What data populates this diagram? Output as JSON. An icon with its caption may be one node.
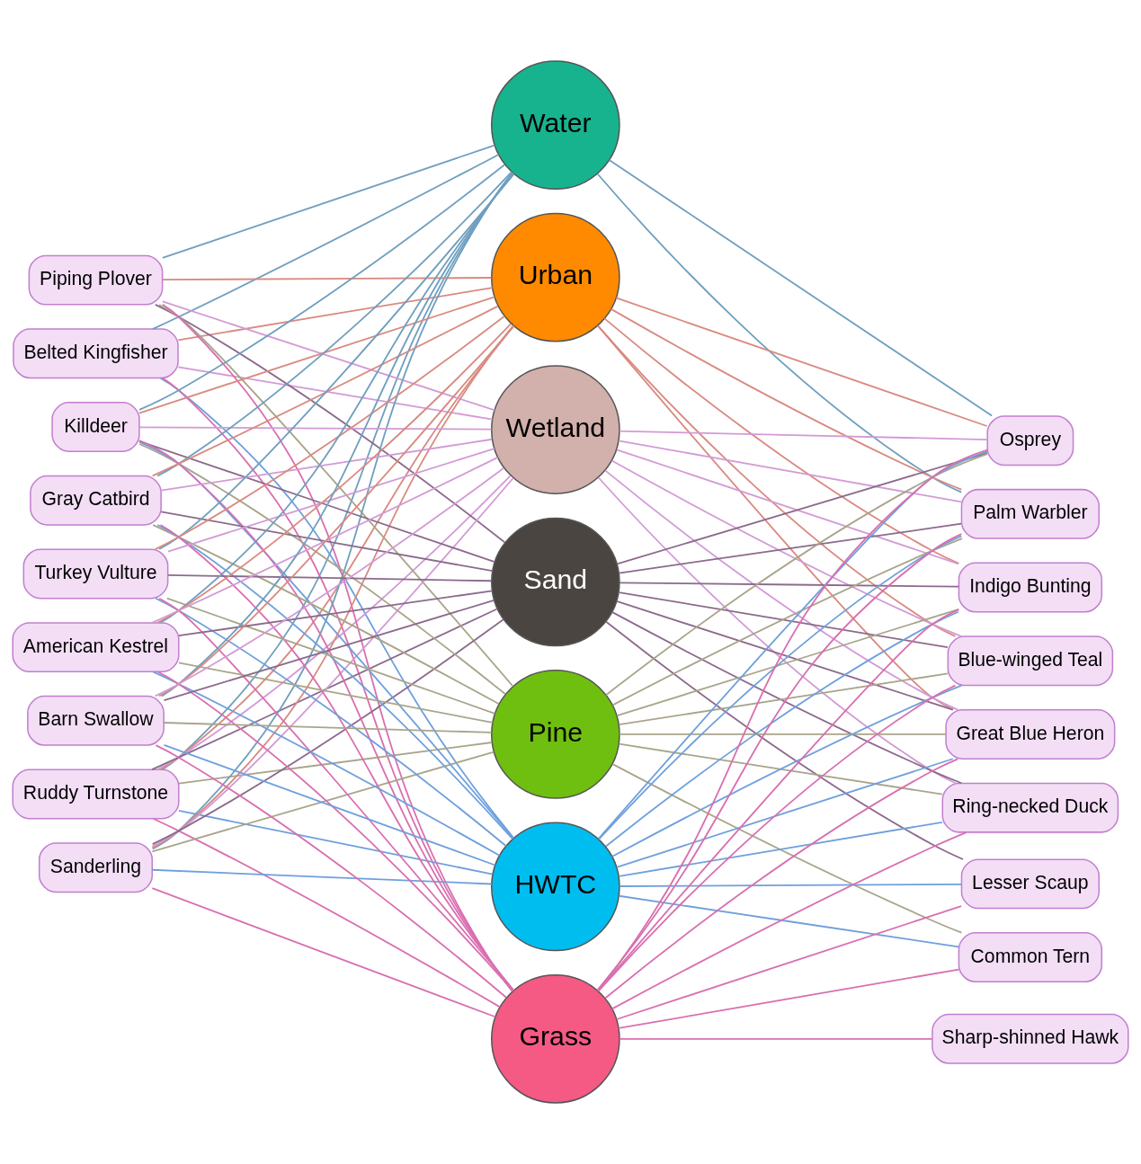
{
  "diagram": {
    "nodes": [
      {
        "text": [
          "Water"
        ]
      },
      {
        "text": [
          "Urban"
        ]
      },
      {
        "text": [
          "Wetland"
        ]
      },
      {
        "text": [
          "Sand"
        ]
      },
      {
        "text": [
          "Pine"
        ]
      },
      {
        "text": [
          "HWTC"
        ]
      },
      {
        "text": [
          "Grass"
        ]
      },
      {
        "text": [
          "Belted Kingfisher"
        ]
      },
      {
        "text": [
          "Ruddy Turnstone"
        ]
      },
      {
        "text": [
          "Piping Plover"
        ]
      },
      {
        "text": [
          "Sanderling"
        ]
      },
      {
        "text": [
          "Killdeer"
        ]
      },
      {
        "text": [
          "Gray Catbird"
        ]
      },
      {
        "text": [
          "Turkey Vulture"
        ]
      },
      {
        "text": [
          "American Kestrel"
        ]
      },
      {
        "text": [
          "Barn Swallow"
        ]
      },
      {
        "text": [
          "Palm Warbler"
        ]
      },
      {
        "text": [
          "Osprey"
        ]
      },
      {
        "text": [
          "Indigo Bunting"
        ]
      },
      {
        "text": [
          "Blue-winged Teal"
        ]
      },
      {
        "text": [
          "Great Blue Heron"
        ]
      },
      {
        "text": [
          "Ring-necked Duck"
        ]
      },
      {
        "text": [
          "Lesser Scaup"
        ]
      },
      {
        "text": [
          "Common Tern"
        ]
      },
      {
        "text": [
          "Sharp-shinned Hawk"
        ]
      }
    ],
    "edges": [
      {
        "from": 7,
        "to": 0,
        "arrow": "none",
        "color": "#6f9fbf"
      },
      {
        "from": 7,
        "to": 1,
        "arrow": "none",
        "color": "#d98a80"
      },
      {
        "from": 7,
        "to": 2,
        "arrow": "none",
        "color": "#d39ad6"
      },
      {
        "from": 7,
        "to": 5,
        "arrow": "none",
        "color": "#6fa0dc"
      },
      {
        "from": 7,
        "to": 6,
        "arrow": "none",
        "color": "#d96fb0"
      },
      {
        "from": 8,
        "to": 0,
        "arrow": "none",
        "color": "#6f9fbf"
      },
      {
        "from": 8,
        "to": 1,
        "arrow": "none",
        "color": "#d98a80"
      },
      {
        "from": 8,
        "to": 2,
        "arrow": "none",
        "color": "#d39ad6"
      },
      {
        "from": 8,
        "to": 3,
        "arrow": "none",
        "color": "#8c6a8c"
      },
      {
        "from": 8,
        "to": 4,
        "arrow": "none",
        "color": "#a9a58a"
      },
      {
        "from": 8,
        "to": 5,
        "arrow": "none",
        "color": "#6fa0dc"
      },
      {
        "from": 8,
        "to": 6,
        "arrow": "none",
        "color": "#d96fb0"
      },
      {
        "from": 9,
        "to": 0,
        "arrow": "none",
        "color": "#6f9fbf"
      },
      {
        "from": 9,
        "to": 1,
        "arrow": "none",
        "color": "#d98a80"
      },
      {
        "from": 9,
        "to": 2,
        "arrow": "none",
        "color": "#d39ad6"
      },
      {
        "from": 9,
        "to": 3,
        "arrow": "none",
        "color": "#8c6a8c"
      },
      {
        "from": 9,
        "to": 4,
        "arrow": "none",
        "color": "#a9a58a"
      },
      {
        "from": 9,
        "to": 6,
        "arrow": "none",
        "color": "#d96fb0"
      },
      {
        "from": 10,
        "to": 0,
        "arrow": "none",
        "color": "#6f9fbf"
      },
      {
        "from": 10,
        "to": 1,
        "arrow": "none",
        "color": "#d98a80"
      },
      {
        "from": 10,
        "to": 2,
        "arrow": "none",
        "color": "#d39ad6"
      },
      {
        "from": 10,
        "to": 3,
        "arrow": "none",
        "color": "#8c6a8c"
      },
      {
        "from": 10,
        "to": 4,
        "arrow": "none",
        "color": "#a9a58a"
      },
      {
        "from": 10,
        "to": 5,
        "arrow": "none",
        "color": "#6fa0dc"
      },
      {
        "from": 10,
        "to": 6,
        "arrow": "none",
        "color": "#d96fb0"
      },
      {
        "from": 11,
        "to": 0,
        "arrow": "none",
        "color": "#6f9fbf"
      },
      {
        "from": 11,
        "to": 1,
        "arrow": "none",
        "color": "#d98a80"
      },
      {
        "from": 11,
        "to": 2,
        "arrow": "none",
        "color": "#d39ad6"
      },
      {
        "from": 11,
        "to": 3,
        "arrow": "none",
        "color": "#8c6a8c"
      },
      {
        "from": 11,
        "to": 4,
        "arrow": "none",
        "color": "#a9a58a"
      },
      {
        "from": 11,
        "to": 5,
        "arrow": "none",
        "color": "#6fa0dc"
      },
      {
        "from": 11,
        "to": 6,
        "arrow": "none",
        "color": "#d96fb0"
      },
      {
        "from": 12,
        "to": 0,
        "arrow": "none",
        "color": "#6f9fbf"
      },
      {
        "from": 12,
        "to": 1,
        "arrow": "none",
        "color": "#d98a80"
      },
      {
        "from": 12,
        "to": 2,
        "arrow": "none",
        "color": "#d39ad6"
      },
      {
        "from": 12,
        "to": 3,
        "arrow": "none",
        "color": "#8c6a8c"
      },
      {
        "from": 12,
        "to": 4,
        "arrow": "none",
        "color": "#a9a58a"
      },
      {
        "from": 12,
        "to": 5,
        "arrow": "none",
        "color": "#6fa0dc"
      },
      {
        "from": 12,
        "to": 6,
        "arrow": "none",
        "color": "#d96fb0"
      },
      {
        "from": 13,
        "to": 0,
        "arrow": "none",
        "color": "#6f9fbf"
      },
      {
        "from": 13,
        "to": 1,
        "arrow": "none",
        "color": "#d98a80"
      },
      {
        "from": 13,
        "to": 2,
        "arrow": "none",
        "color": "#d39ad6"
      },
      {
        "from": 13,
        "to": 3,
        "arrow": "none",
        "color": "#8c6a8c"
      },
      {
        "from": 13,
        "to": 4,
        "arrow": "none",
        "color": "#a9a58a"
      },
      {
        "from": 13,
        "to": 5,
        "arrow": "none",
        "color": "#6fa0dc"
      },
      {
        "from": 13,
        "to": 6,
        "arrow": "none",
        "color": "#d96fb0"
      },
      {
        "from": 14,
        "to": 0,
        "arrow": "none",
        "color": "#6f9fbf"
      },
      {
        "from": 14,
        "to": 1,
        "arrow": "none",
        "color": "#d98a80"
      },
      {
        "from": 14,
        "to": 2,
        "arrow": "none",
        "color": "#d39ad6"
      },
      {
        "from": 14,
        "to": 3,
        "arrow": "none",
        "color": "#8c6a8c"
      },
      {
        "from": 14,
        "to": 4,
        "arrow": "none",
        "color": "#a9a58a"
      },
      {
        "from": 14,
        "to": 5,
        "arrow": "none",
        "color": "#6fa0dc"
      },
      {
        "from": 14,
        "to": 6,
        "arrow": "none",
        "color": "#d96fb0"
      },
      {
        "from": 15,
        "to": 0,
        "arrow": "none",
        "color": "#6f9fbf"
      },
      {
        "from": 15,
        "to": 1,
        "arrow": "none",
        "color": "#d98a80"
      },
      {
        "from": 15,
        "to": 2,
        "arrow": "none",
        "color": "#d39ad6"
      },
      {
        "from": 15,
        "to": 3,
        "arrow": "none",
        "color": "#8c6a8c"
      },
      {
        "from": 15,
        "to": 4,
        "arrow": "none",
        "color": "#a9a58a"
      },
      {
        "from": 15,
        "to": 5,
        "arrow": "none",
        "color": "#6fa0dc"
      },
      {
        "from": 15,
        "to": 6,
        "arrow": "none",
        "color": "#d96fb0"
      },
      {
        "from": 16,
        "to": 0,
        "arrow": "none",
        "color": "#6f9fbf"
      },
      {
        "from": 16,
        "to": 1,
        "arrow": "none",
        "color": "#d98a80"
      },
      {
        "from": 16,
        "to": 2,
        "arrow": "none",
        "color": "#d39ad6"
      },
      {
        "from": 16,
        "to": 3,
        "arrow": "none",
        "color": "#8c6a8c"
      },
      {
        "from": 16,
        "to": 4,
        "arrow": "none",
        "color": "#a9a58a"
      },
      {
        "from": 16,
        "to": 5,
        "arrow": "none",
        "color": "#6fa0dc"
      },
      {
        "from": 16,
        "to": 6,
        "arrow": "none",
        "color": "#d96fb0"
      },
      {
        "from": 17,
        "to": 0,
        "arrow": "none",
        "color": "#6f9fbf"
      },
      {
        "from": 17,
        "to": 1,
        "arrow": "none",
        "color": "#d98a80"
      },
      {
        "from": 17,
        "to": 2,
        "arrow": "none",
        "color": "#d39ad6"
      },
      {
        "from": 17,
        "to": 3,
        "arrow": "none",
        "color": "#8c6a8c"
      },
      {
        "from": 17,
        "to": 4,
        "arrow": "none",
        "color": "#a9a58a"
      },
      {
        "from": 17,
        "to": 5,
        "arrow": "none",
        "color": "#6fa0dc"
      },
      {
        "from": 17,
        "to": 6,
        "arrow": "none",
        "color": "#d96fb0"
      },
      {
        "from": 18,
        "to": 1,
        "arrow": "none",
        "color": "#d98a80"
      },
      {
        "from": 18,
        "to": 2,
        "arrow": "none",
        "color": "#d39ad6"
      },
      {
        "from": 18,
        "to": 3,
        "arrow": "none",
        "color": "#8c6a8c"
      },
      {
        "from": 18,
        "to": 4,
        "arrow": "none",
        "color": "#a9a58a"
      },
      {
        "from": 18,
        "to": 5,
        "arrow": "none",
        "color": "#6fa0dc"
      },
      {
        "from": 18,
        "to": 6,
        "arrow": "none",
        "color": "#d96fb0"
      },
      {
        "from": 19,
        "to": 1,
        "arrow": "none",
        "color": "#d98a80"
      },
      {
        "from": 19,
        "to": 2,
        "arrow": "none",
        "color": "#d39ad6"
      },
      {
        "from": 19,
        "to": 3,
        "arrow": "none",
        "color": "#8c6a8c"
      },
      {
        "from": 19,
        "to": 4,
        "arrow": "none",
        "color": "#a9a58a"
      },
      {
        "from": 19,
        "to": 5,
        "arrow": "none",
        "color": "#6fa0dc"
      },
      {
        "from": 19,
        "to": 6,
        "arrow": "none",
        "color": "#d96fb0"
      },
      {
        "from": 20,
        "to": 1,
        "arrow": "none",
        "color": "#d98a80"
      },
      {
        "from": 20,
        "to": 2,
        "arrow": "none",
        "color": "#d39ad6"
      },
      {
        "from": 20,
        "to": 3,
        "arrow": "none",
        "color": "#8c6a8c"
      },
      {
        "from": 20,
        "to": 4,
        "arrow": "none",
        "color": "#a9a58a"
      },
      {
        "from": 20,
        "to": 5,
        "arrow": "none",
        "color": "#6fa0dc"
      },
      {
        "from": 20,
        "to": 6,
        "arrow": "none",
        "color": "#d96fb0"
      },
      {
        "from": 21,
        "to": 2,
        "arrow": "none",
        "color": "#d39ad6"
      },
      {
        "from": 21,
        "to": 3,
        "arrow": "none",
        "color": "#8c6a8c"
      },
      {
        "from": 21,
        "to": 4,
        "arrow": "none",
        "color": "#a9a58a"
      },
      {
        "from": 21,
        "to": 5,
        "arrow": "none",
        "color": "#6fa0dc"
      },
      {
        "from": 21,
        "to": 6,
        "arrow": "none",
        "color": "#d96fb0"
      },
      {
        "from": 22,
        "to": 3,
        "arrow": "none",
        "color": "#8c6a8c"
      },
      {
        "from": 22,
        "to": 5,
        "arrow": "none",
        "color": "#6fa0dc"
      },
      {
        "from": 22,
        "to": 6,
        "arrow": "none",
        "color": "#d96fb0"
      },
      {
        "from": 23,
        "to": 4,
        "arrow": "none",
        "color": "#a9a58a"
      },
      {
        "from": 23,
        "to": 5,
        "arrow": "none",
        "color": "#6fa0dc"
      },
      {
        "from": 23,
        "to": 6,
        "arrow": "none",
        "color": "#d96fb0"
      },
      {
        "from": 24,
        "to": 6,
        "arrow": "none",
        "color": "#d96fb0"
      }
    ]
  }
}
